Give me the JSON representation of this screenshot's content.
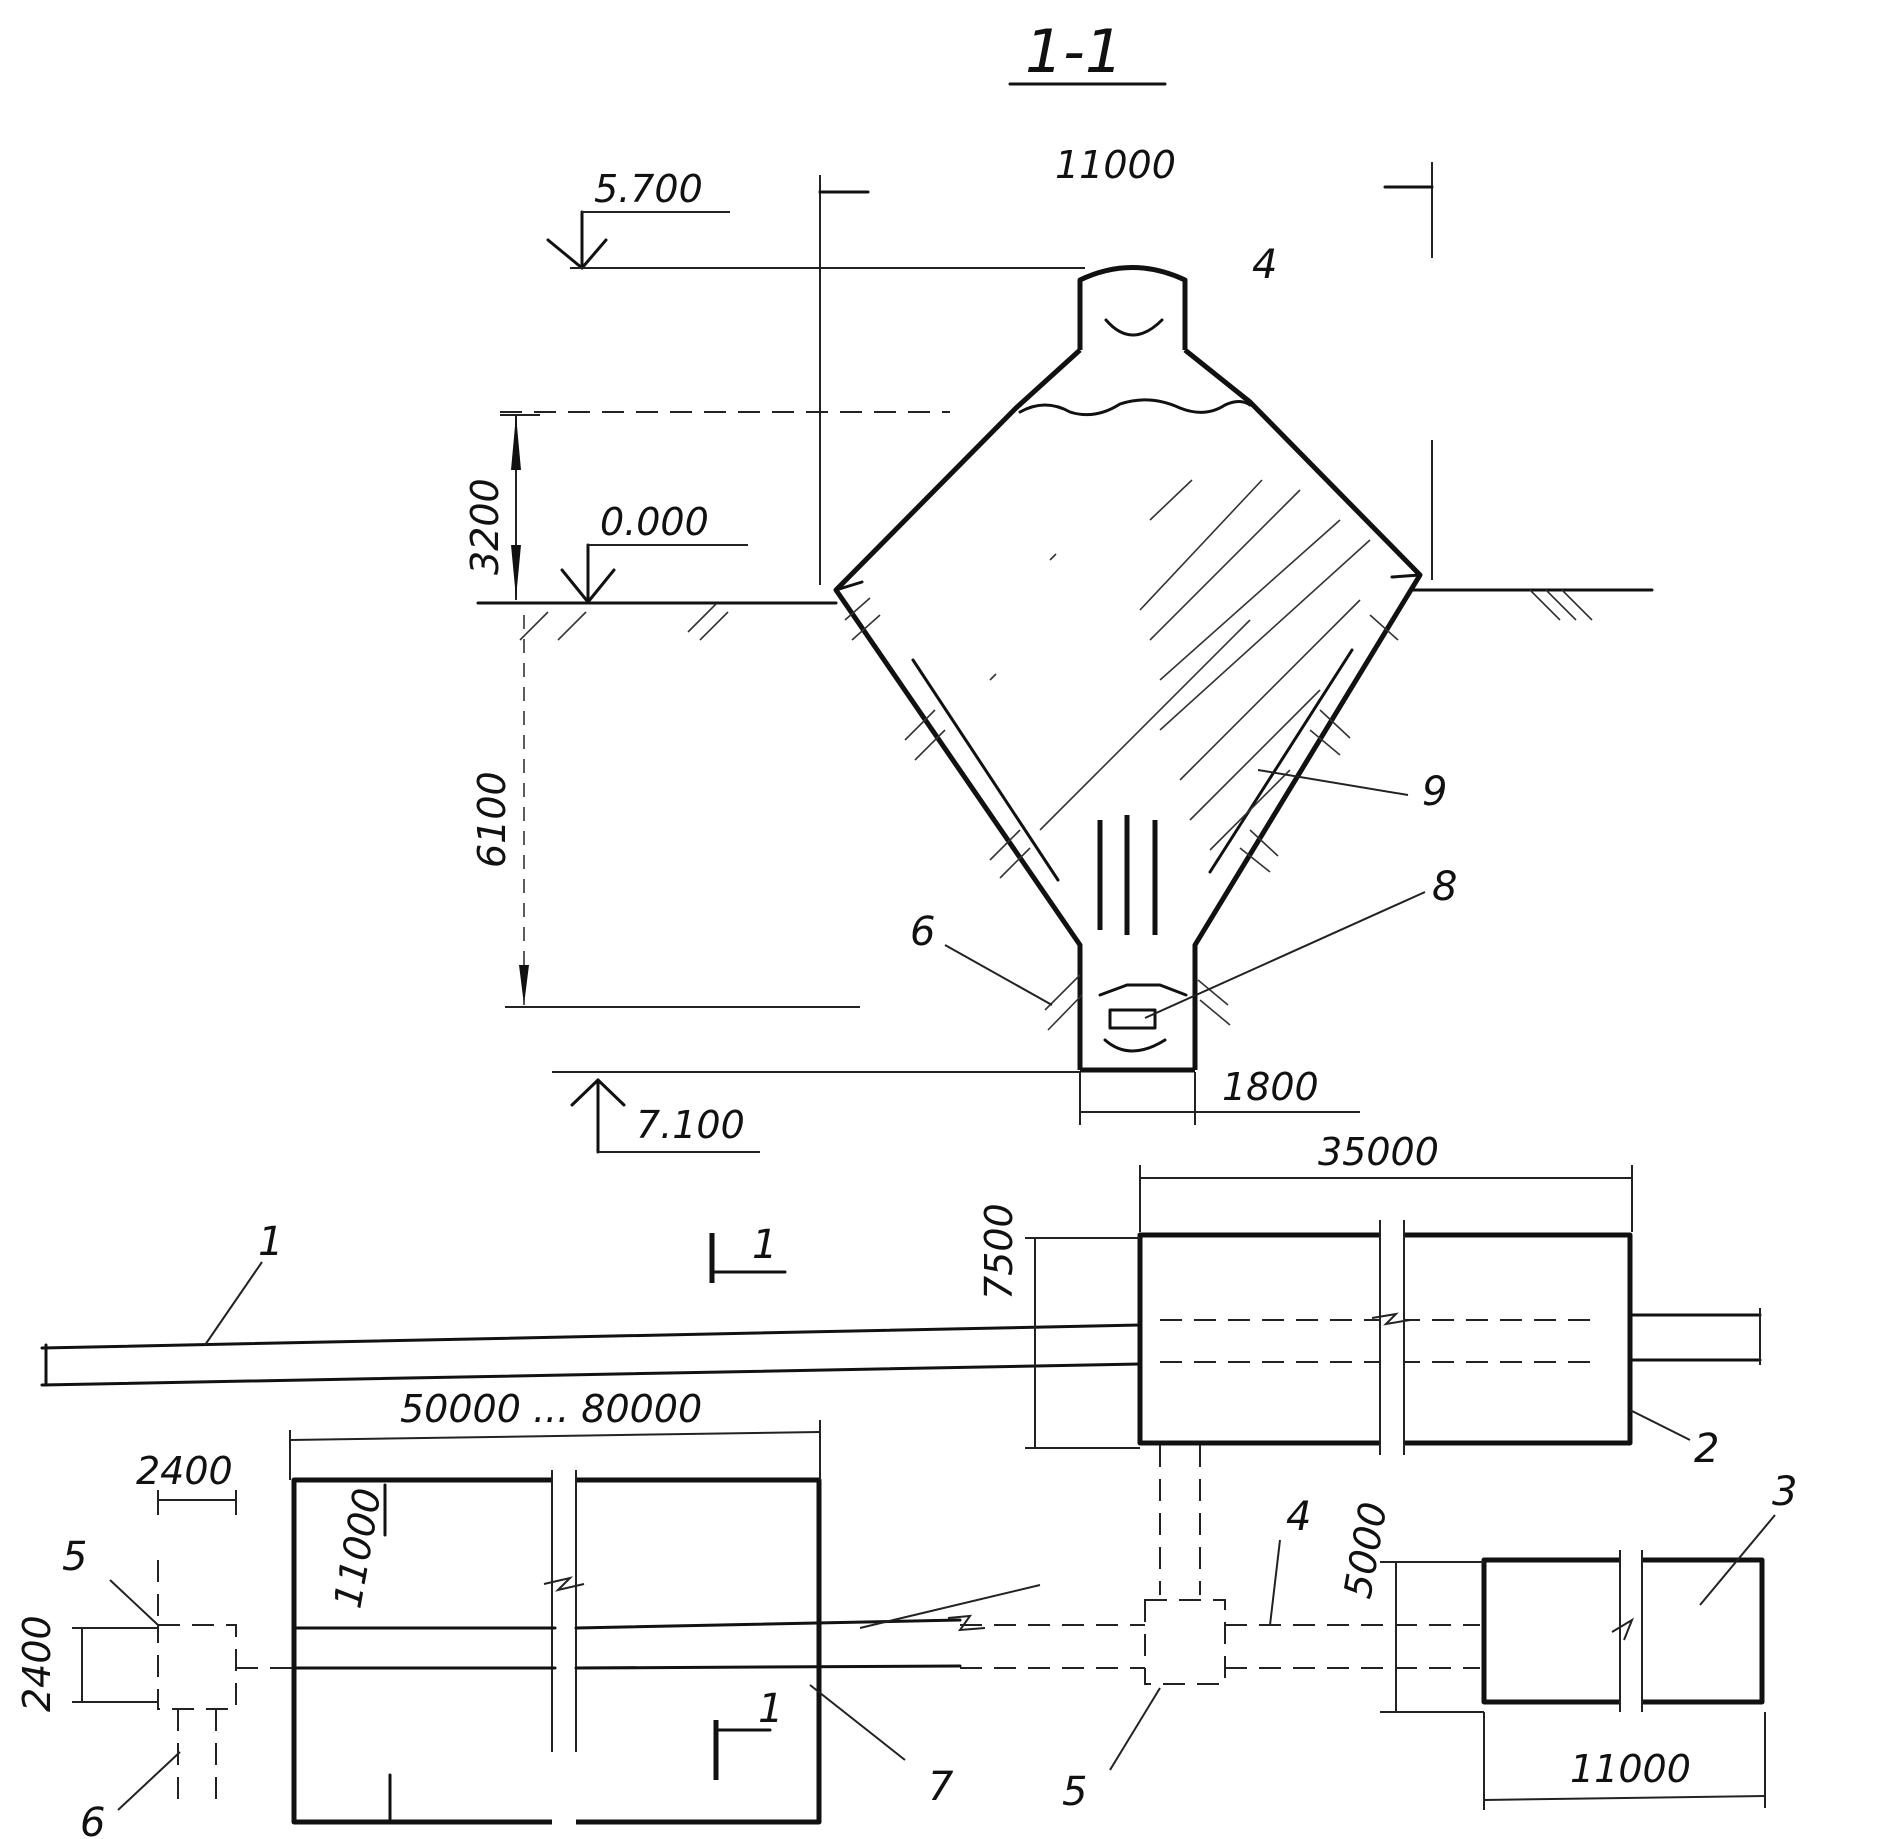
{
  "section_title": "1-1",
  "elevations": {
    "top": "5.700",
    "ground": "0.000",
    "bottom": "7.100"
  },
  "dimensions": {
    "section_width": "11000",
    "upper_height": "3200",
    "lower_depth": "6100",
    "bottom_width": "1800",
    "building_length": "35000",
    "building_width": "7500",
    "storage_length": "50000 ... 80000",
    "storage_width": "11000",
    "pit_size_h": "2400",
    "pit_size_v": "2400",
    "small_building_width": "5000",
    "small_building_length": "11000"
  },
  "callouts": {
    "c1": "1",
    "c2": "2",
    "c3": "3",
    "c4_section": "4",
    "c4_plan": "4",
    "c5_left": "5",
    "c5_right": "5",
    "c6_section": "6",
    "c6_plan": "6",
    "c7": "7",
    "c8": "8",
    "c9": "9"
  },
  "section_marks": {
    "top": "1",
    "bottom": "1"
  }
}
